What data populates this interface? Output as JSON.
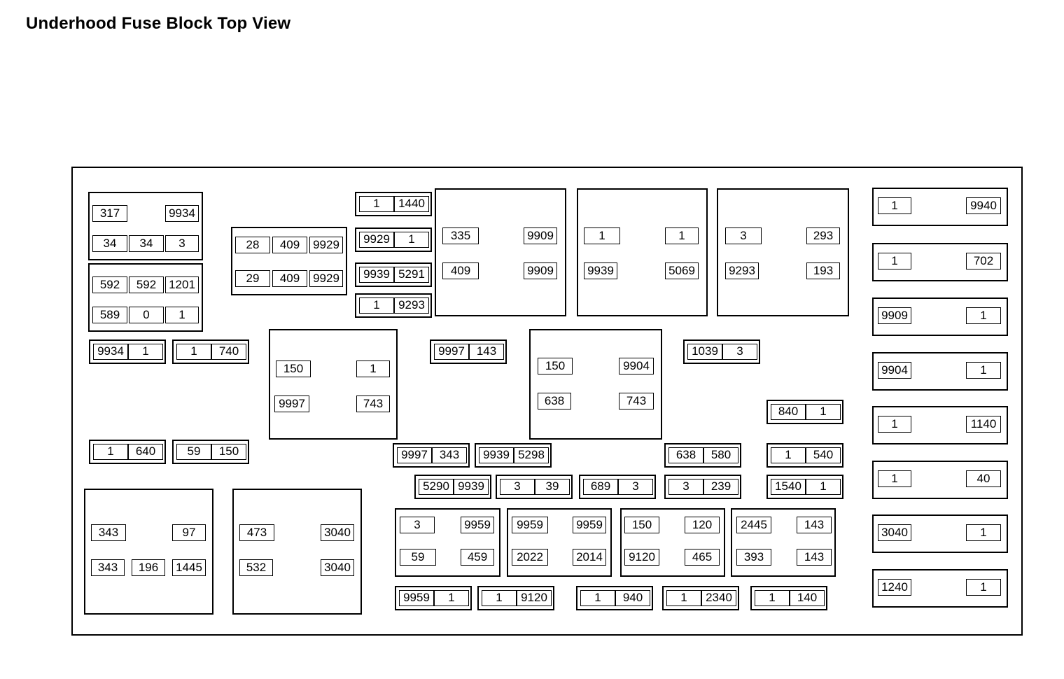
{
  "title": "Underhood Fuse Block Top View",
  "pairs": [
    [
      "1",
      "1440"
    ],
    [
      "9929",
      "1"
    ],
    [
      "9939",
      "5291"
    ],
    [
      "1",
      "9293"
    ],
    [
      "9934",
      "1"
    ],
    [
      "1",
      "740"
    ],
    [
      "9997",
      "143"
    ],
    [
      "1039",
      "3"
    ],
    [
      "840",
      "1"
    ],
    [
      "1",
      "640"
    ],
    [
      "59",
      "150"
    ],
    [
      "9997",
      "343"
    ],
    [
      "9939",
      "5298"
    ],
    [
      "638",
      "580"
    ],
    [
      "1",
      "540"
    ],
    [
      "5290",
      "9939"
    ],
    [
      "3",
      "39"
    ],
    [
      "689",
      "3"
    ],
    [
      "3",
      "239"
    ],
    [
      "1540",
      "1"
    ],
    [
      "9959",
      "1"
    ],
    [
      "1",
      "9120"
    ],
    [
      "1",
      "940"
    ],
    [
      "1",
      "2340"
    ],
    [
      "1",
      "140"
    ]
  ],
  "blocks": [
    [
      "317",
      "9934",
      "34",
      "34",
      "3"
    ],
    [
      "592",
      "592",
      "1201",
      "589",
      "0",
      "1"
    ],
    [
      "28",
      "409",
      "9929",
      "29",
      "409",
      "9929"
    ],
    [
      "335",
      "9909",
      "409",
      "9909"
    ],
    [
      "1",
      "1",
      "9939",
      "5069"
    ],
    [
      "3",
      "293",
      "9293",
      "193"
    ],
    [
      "150",
      "1",
      "9997",
      "743"
    ],
    [
      "150",
      "9904",
      "638",
      "743"
    ],
    [
      "343",
      "97",
      "343",
      "196",
      "1445"
    ],
    [
      "473",
      "3040",
      "532",
      "3040"
    ],
    [
      "3",
      "9959",
      "59",
      "459"
    ],
    [
      "9959",
      "9959",
      "2022",
      "2014"
    ],
    [
      "150",
      "120",
      "9120",
      "465"
    ],
    [
      "2445",
      "143",
      "393",
      "143"
    ]
  ],
  "side_fuses": [
    [
      "1",
      "9940"
    ],
    [
      "1",
      "702"
    ],
    [
      "9909",
      "1"
    ],
    [
      "9904",
      "1"
    ],
    [
      "1",
      "1140"
    ],
    [
      "1",
      "40"
    ],
    [
      "3040",
      "1"
    ],
    [
      "1240",
      "1"
    ]
  ]
}
